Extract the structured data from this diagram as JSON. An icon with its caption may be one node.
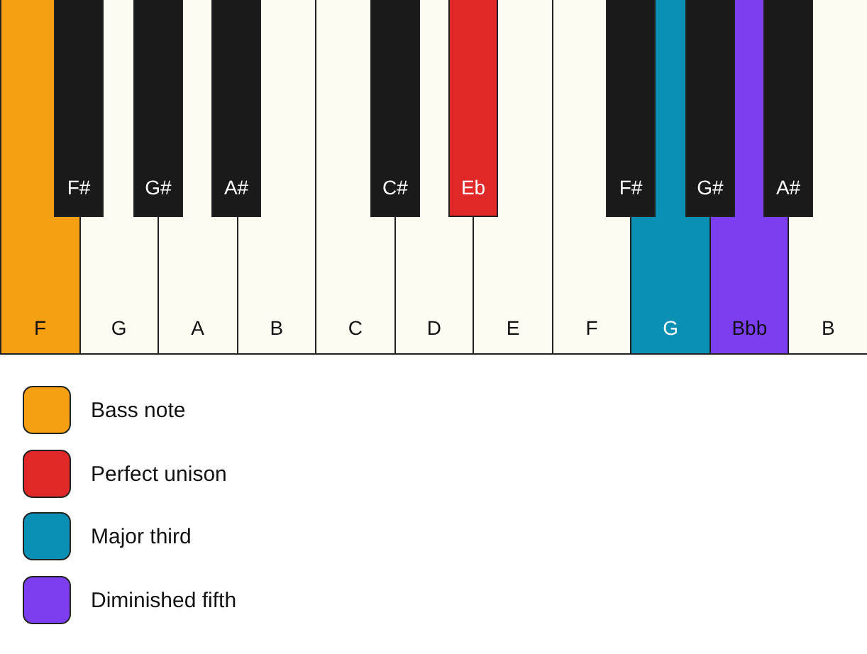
{
  "diagram": {
    "nodes": [
      {
        "text": [
          "F"
        ]
      },
      {
        "text": [
          "G"
        ]
      },
      {
        "text": [
          "A"
        ]
      },
      {
        "text": [
          "B"
        ]
      },
      {
        "text": [
          "C"
        ]
      },
      {
        "text": [
          "D"
        ]
      },
      {
        "text": [
          "E"
        ]
      },
      {
        "text": [
          "F"
        ]
      },
      {
        "text": [
          "G"
        ]
      },
      {
        "text": [
          "Bbb"
        ]
      },
      {
        "text": [
          "B"
        ]
      },
      {
        "text": [
          "F#"
        ]
      },
      {
        "text": [
          "G#"
        ]
      },
      {
        "text": [
          "A#"
        ]
      },
      {
        "text": [
          "C#"
        ]
      },
      {
        "text": [
          "Eb"
        ]
      },
      {
        "text": [
          "F#"
        ]
      },
      {
        "text": [
          "G#"
        ]
      },
      {
        "text": [
          "A#"
        ]
      }
    ],
    "legend": [
      {
        "text": "Bass note",
        "color": "#f5a012"
      },
      {
        "text": "Perfect unison",
        "color": "#e02828"
      },
      {
        "text": "Major third",
        "color": "#0a8fb5"
      },
      {
        "text": "Diminished fifth",
        "color": "#7b3ff0"
      }
    ]
  }
}
